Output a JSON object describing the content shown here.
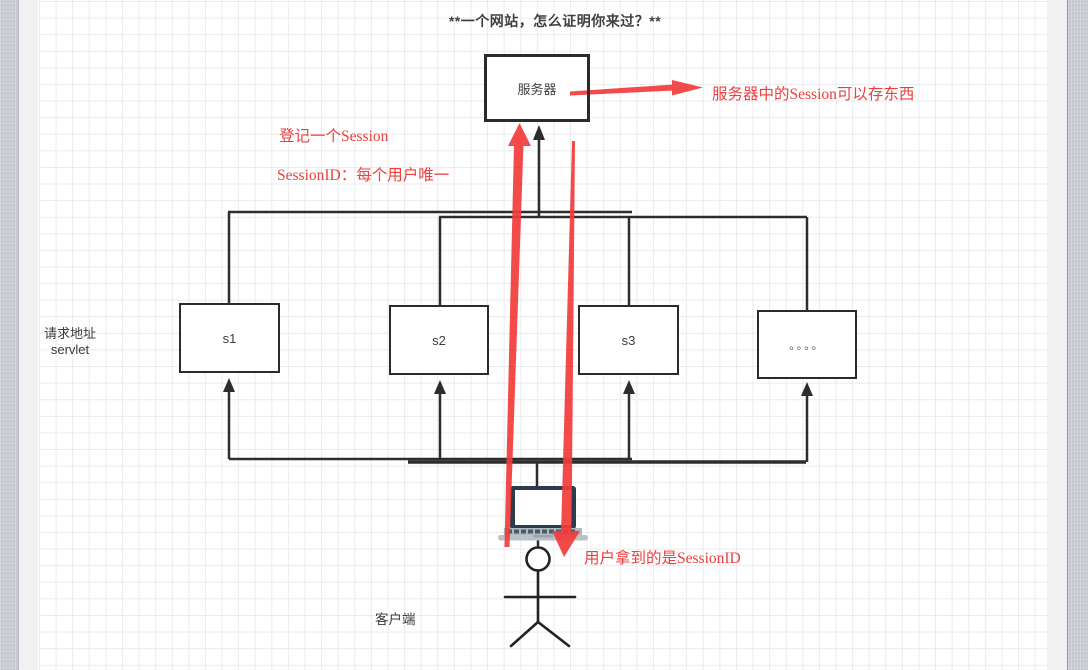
{
  "title": "**一个网站，怎么证明你来过？**",
  "colors": {
    "annotation_red": "#ee3e3e",
    "arrow_red": "#f23b3b",
    "line_black": "#2d2d2d",
    "grid_line": "#eaebee",
    "laptop_bezel": "#2c3b4e",
    "laptop_base": "#b9c2c9"
  },
  "nodes": {
    "server": {
      "label": "服务器"
    },
    "s1": {
      "label": "s1"
    },
    "s2": {
      "label": "s2"
    },
    "s3": {
      "label": "s3"
    },
    "more": {
      "label": "。。。。"
    }
  },
  "annotations": {
    "session_store": "服务器中的Session可以存东西",
    "register_session": "登记一个Session",
    "session_id_unique": "SessionID：每个用户唯一",
    "user_gets_sessionid": "用户拿到的是SessionID",
    "request_address_line1": "请求地址",
    "request_address_line2": "servlet",
    "client": "客户端"
  },
  "icons": {
    "laptop": "laptop-icon",
    "stick_figure": "user-figure-icon",
    "red_up_arrow": "red-up-arrow-icon",
    "red_down_arrow": "red-down-arrow-icon",
    "red_right_arrow": "red-right-arrow-icon"
  }
}
